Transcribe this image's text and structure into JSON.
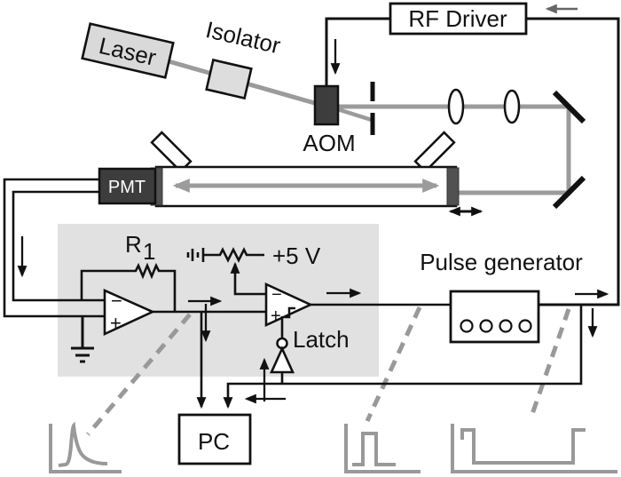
{
  "labels": {
    "rf_driver": "RF Driver",
    "laser": "Laser",
    "isolator": "Isolator",
    "aom": "AOM",
    "pmt": "PMT",
    "pulse_generator": "Pulse generator",
    "pc": "PC",
    "latch": "Latch",
    "supply_voltage": "+5 V",
    "resistor_name": "R",
    "resistor_subscript": "1",
    "opamp_minus": "−",
    "opamp_plus": "+",
    "comparator_minus": "−",
    "comparator_plus": "+"
  },
  "colors": {
    "beam_grey": "#9b9b9b",
    "wire_black": "#111111",
    "panel_grey": "#e1e1e1",
    "device_dark": "#3d3d3d",
    "laser_fill": "#d9d9d9",
    "cavity_mirror": "#515151",
    "waveform_grey": "#999999",
    "dashed_link_grey": "#999999",
    "feedback_arrow_grey": "#666666"
  }
}
